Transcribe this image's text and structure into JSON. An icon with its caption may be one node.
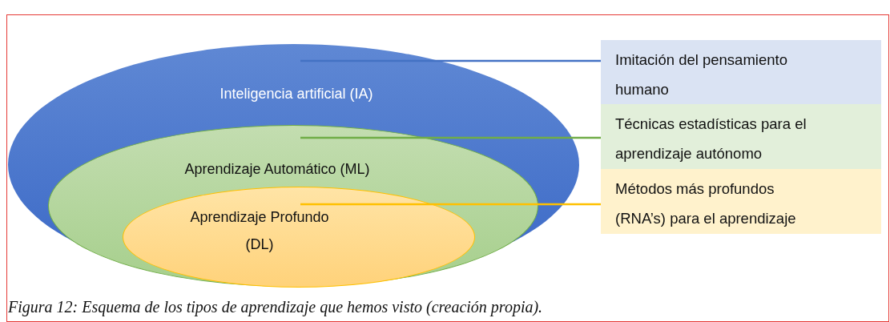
{
  "diagram": {
    "caption": "Figura 12: Esquema de los tipos de aprendizaje que hemos visto (creación propia).",
    "nodes": [
      {
        "text": [
          "Inteligencia artificial (IA)"
        ]
      },
      {
        "text": [
          "Aprendizaje Automático (ML)"
        ],
        "in": 0
      },
      {
        "text": [
          "Aprendizaje Profundo (DL)"
        ],
        "in": 1
      },
      {
        "text": [
          "Imitación del pensamiento humano"
        ]
      },
      {
        "text": [
          "Técnicas estadísticas para el aprendizaje autónomo"
        ]
      },
      {
        "text": [
          "Métodos más profundos (RNA’s) para el aprendizaje"
        ]
      }
    ],
    "edges": [
      {
        "from": 0,
        "to": 3,
        "arrow": "none",
        "color": "#4472c4"
      },
      {
        "from": 1,
        "to": 4,
        "arrow": "none",
        "color": "#70ad47"
      },
      {
        "from": 2,
        "to": 5,
        "arrow": "none",
        "color": "#ffc000"
      }
    ]
  }
}
